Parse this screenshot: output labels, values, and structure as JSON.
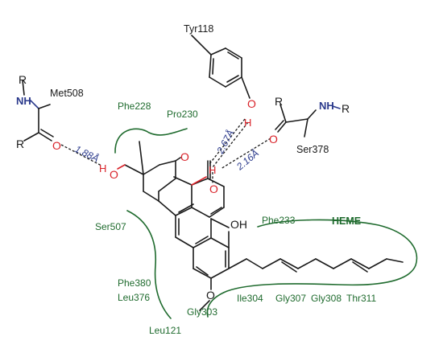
{
  "residues": {
    "tyr118": "Tyr118",
    "met508": "Met508",
    "ser378": "Ser378",
    "phe228": "Phe228",
    "pro230": "Pro230",
    "ser507": "Ser507",
    "phe233": "Phe233",
    "heme": "HEME",
    "phe380": "Phe380",
    "leu376": "Leu376",
    "gly303": "Gly303",
    "leu121": "Leu121",
    "ile304": "Ile304",
    "gly307": "Gly307",
    "gly308": "Gly308",
    "thr311": "Thr311"
  },
  "atoms": {
    "r": "R",
    "nh": "NH",
    "o": "O",
    "h": "H",
    "oh": "OH"
  },
  "distances": {
    "met508_h": "1.88Å",
    "tyr118_h": "2.67Å",
    "ser378_h": "2.16Å"
  },
  "colors": {
    "residue_label": "#1f6b2e",
    "oxygen": "#d9232a",
    "nitrogen": "#2b3a8c",
    "bond": "#1a1a1a"
  }
}
